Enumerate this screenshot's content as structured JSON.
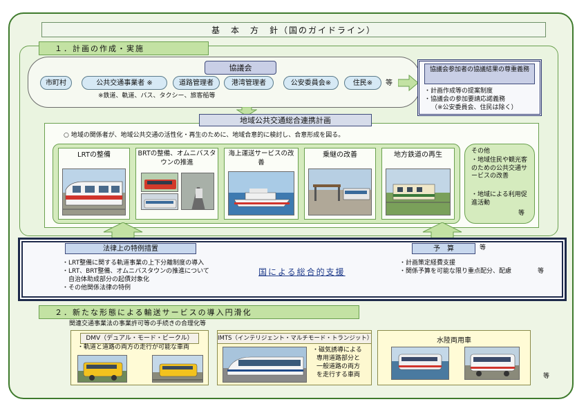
{
  "title": "基　本　方　針（国のガイドライン）",
  "section1": {
    "heading": "１．計画の作成・実施",
    "council": {
      "label": "協議会",
      "members": [
        "市町村",
        "公共交通事業者 ※",
        "道路管理者",
        "港湾管理者",
        "公安委員会※",
        "住民※"
      ],
      "etc": "等",
      "note": "※鉄道、軌道、バス、タクシー、旅客船等"
    },
    "duty": {
      "heading": "協議会参加者の協議結果の尊重義務",
      "item1": "・計画作成等の提案制度",
      "item2": "・協議会の参加要請応諾義務",
      "item3": "（※公安委員会、住民は除く）"
    },
    "plan": {
      "label": "地域公共交通総合連携計画",
      "description": "○ 地域の関係者が、地域公共交通の活性化・再生のために、地域合意的に検討し、合意形成を図る。",
      "measures": [
        {
          "title": "LRTの整備"
        },
        {
          "title": "BRTの整備、オムニバスタウンの推進"
        },
        {
          "title": "海上運送サービスの改善"
        },
        {
          "title": "乗継の改善"
        },
        {
          "title": "地方鉄道の再生"
        }
      ],
      "other": {
        "heading": "その他",
        "line1": "・地域住民や観光客のための公共交通サービスの改善",
        "line2": "・地域による利用促進活動",
        "etc": "等"
      }
    }
  },
  "support": {
    "law_label": "法律上の特例措置",
    "law_items": [
      "・LRT整備に関する軌道事業の上下分離制度の導入",
      "・LRT、BRT整備、オムニバスタウンの推進について",
      "　自治体助成部分の起債対象化",
      "・その他関係法律の特例"
    ],
    "center": "国による総合的支援",
    "budget_label": "予　算",
    "budget_etc": "等",
    "budget_items": [
      "・計画策定経費支援",
      "・関係予算を可能な限り重点配分、配慮"
    ],
    "budget_items_etc": "等"
  },
  "section2": {
    "heading": "２．新たな形態による輸送サービスの導入円滑化",
    "subheading": "関連交通事業法の事業許可等の手続きの合理化等",
    "dmv": {
      "label": "DMV（デュアル・モード・ビークル）",
      "desc": "・軌道と道路の両方の走行が可能な車両"
    },
    "imts": {
      "label": "IMTS（インテリジェント・マルチモード・トランジット）",
      "desc1": "・磁気誘導による",
      "desc2": "専用道路部分と",
      "desc3": "一般道路の両方",
      "desc4": "を走行する車両"
    },
    "amphibious": {
      "label": "水陸両用車"
    },
    "etc": "等"
  },
  "colors": {
    "green_border": "#3e7a2c",
    "green_fill": "#c3e2a3",
    "navy": "#1e2a4a",
    "lavender": "#c9cfe6",
    "light_blue": "#d6e9f5",
    "cream": "#fffbd6"
  }
}
